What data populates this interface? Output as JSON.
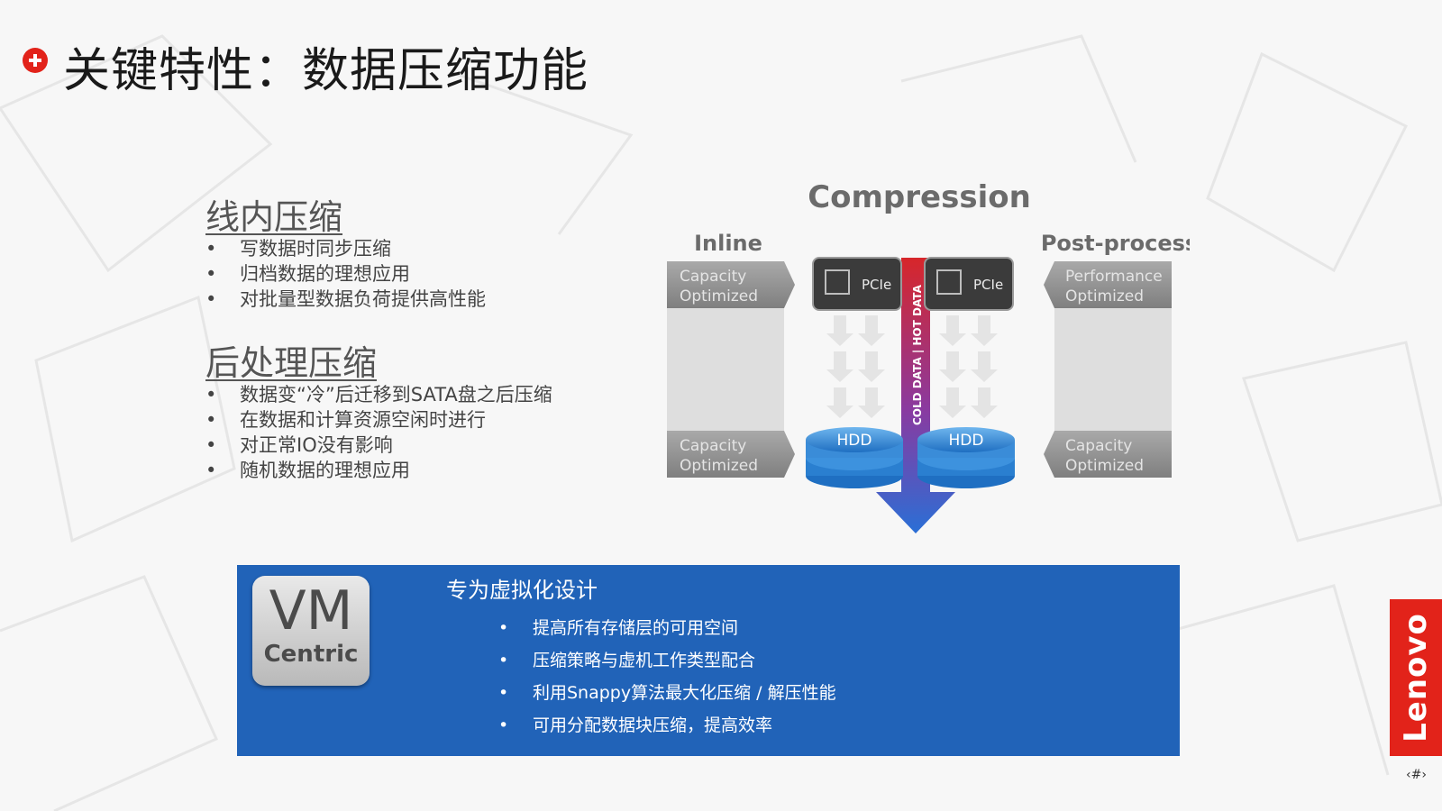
{
  "title": "关键特性：数据压缩功能",
  "inline_section": {
    "heading": "线内压缩",
    "bullets": [
      "写数据时同步压缩",
      "归档数据的理想应用",
      "对批量型数据负荷提供高性能"
    ]
  },
  "post_section": {
    "heading": "后处理压缩",
    "bullets": [
      "数据变“冷”后迁移到SATA盘之后压缩",
      "在数据和计算资源空闲时进行",
      "对正常IO没有影响",
      "随机数据的理想应用"
    ]
  },
  "diagram": {
    "title": "Compression",
    "left_label": "Inline",
    "right_label": "Post-process",
    "left_top_box": [
      "Capacity",
      "Optimized"
    ],
    "left_bottom_box": [
      "Capacity",
      "Optimized"
    ],
    "right_top_box": [
      "Performance",
      "Optimized"
    ],
    "right_bottom_box": [
      "Capacity",
      "Optimized"
    ],
    "chip_label": "PCIe",
    "disk_label": "HDD",
    "axis_label": "COLD DATA | HOT DATA",
    "colors": {
      "hot": "#d7262a",
      "cold": "#2a6fd6",
      "box": "#8d8d8d"
    }
  },
  "vm_box": {
    "card_big": "VM",
    "card_small": "Centric",
    "title": "专为虚拟化设计",
    "bullets": [
      "提高所有存储层的可用空间",
      "压缩策略与虚机工作类型配合",
      "利用Snappy算法最大化压缩 / 解压性能",
      "可用分配数据块压缩，提高效率"
    ]
  },
  "brand": "Lenovo",
  "page_number": "‹#›",
  "colors": {
    "brand_red": "#e2231a",
    "box_blue": "#2163b8"
  }
}
